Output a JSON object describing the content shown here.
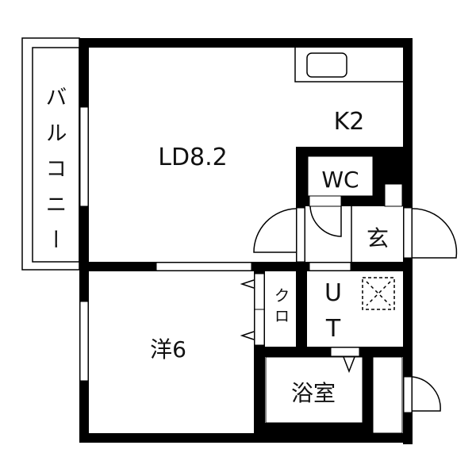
{
  "rooms": {
    "balcony": "バルコニー",
    "ld": "LD8.2",
    "kitchen": "K2",
    "wc": "WC",
    "entrance": "玄",
    "closet": "クロ",
    "utility": "UT",
    "western": "洋6",
    "bath": "浴室"
  },
  "colors": {
    "wall": "#000000",
    "background": "#ffffff"
  }
}
